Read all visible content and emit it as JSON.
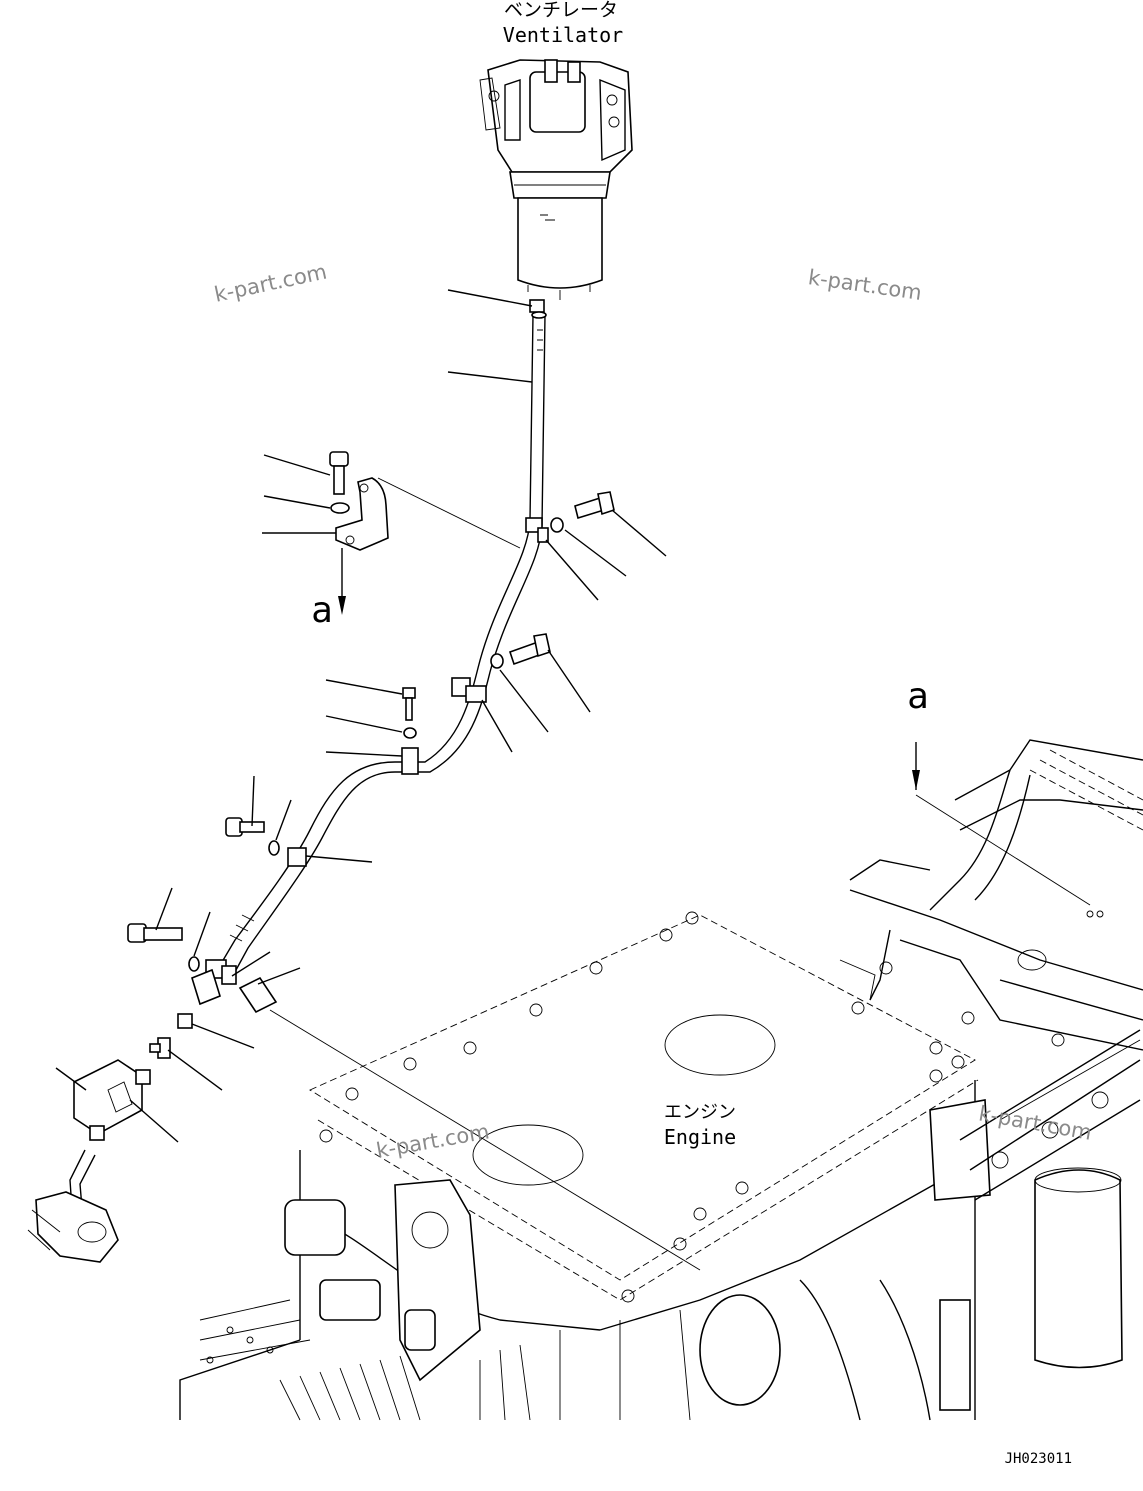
{
  "labels": {
    "ventilator_jp": "ベンチレータ",
    "ventilator_en": "Ventilator",
    "engine_jp": "エンジン",
    "engine_en": "Engine",
    "view_a_left": "a",
    "view_a_right": "a",
    "drawing_number": "JH023011"
  },
  "watermarks": [
    "k-part.com",
    "k-part.com",
    "k-part.com",
    "k-part.com"
  ]
}
